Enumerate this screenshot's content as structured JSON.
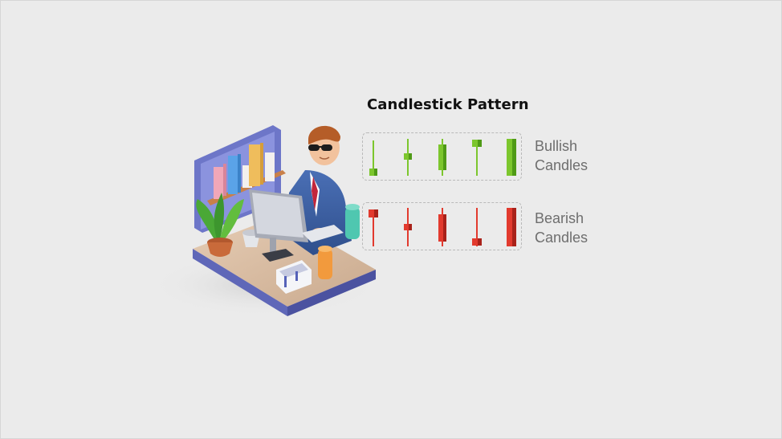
{
  "title": "Candlestick Pattern",
  "bullish": {
    "line1": "Bullish",
    "line2": "Candles",
    "color": "#7cc62d",
    "dark": "#4f9a16"
  },
  "bearish": {
    "line1": "Bearish",
    "line2": "Candles",
    "color": "#e23a2e",
    "dark": "#a9221a"
  },
  "illustration": {
    "subject": "businessman-at-desk-illustration"
  }
}
